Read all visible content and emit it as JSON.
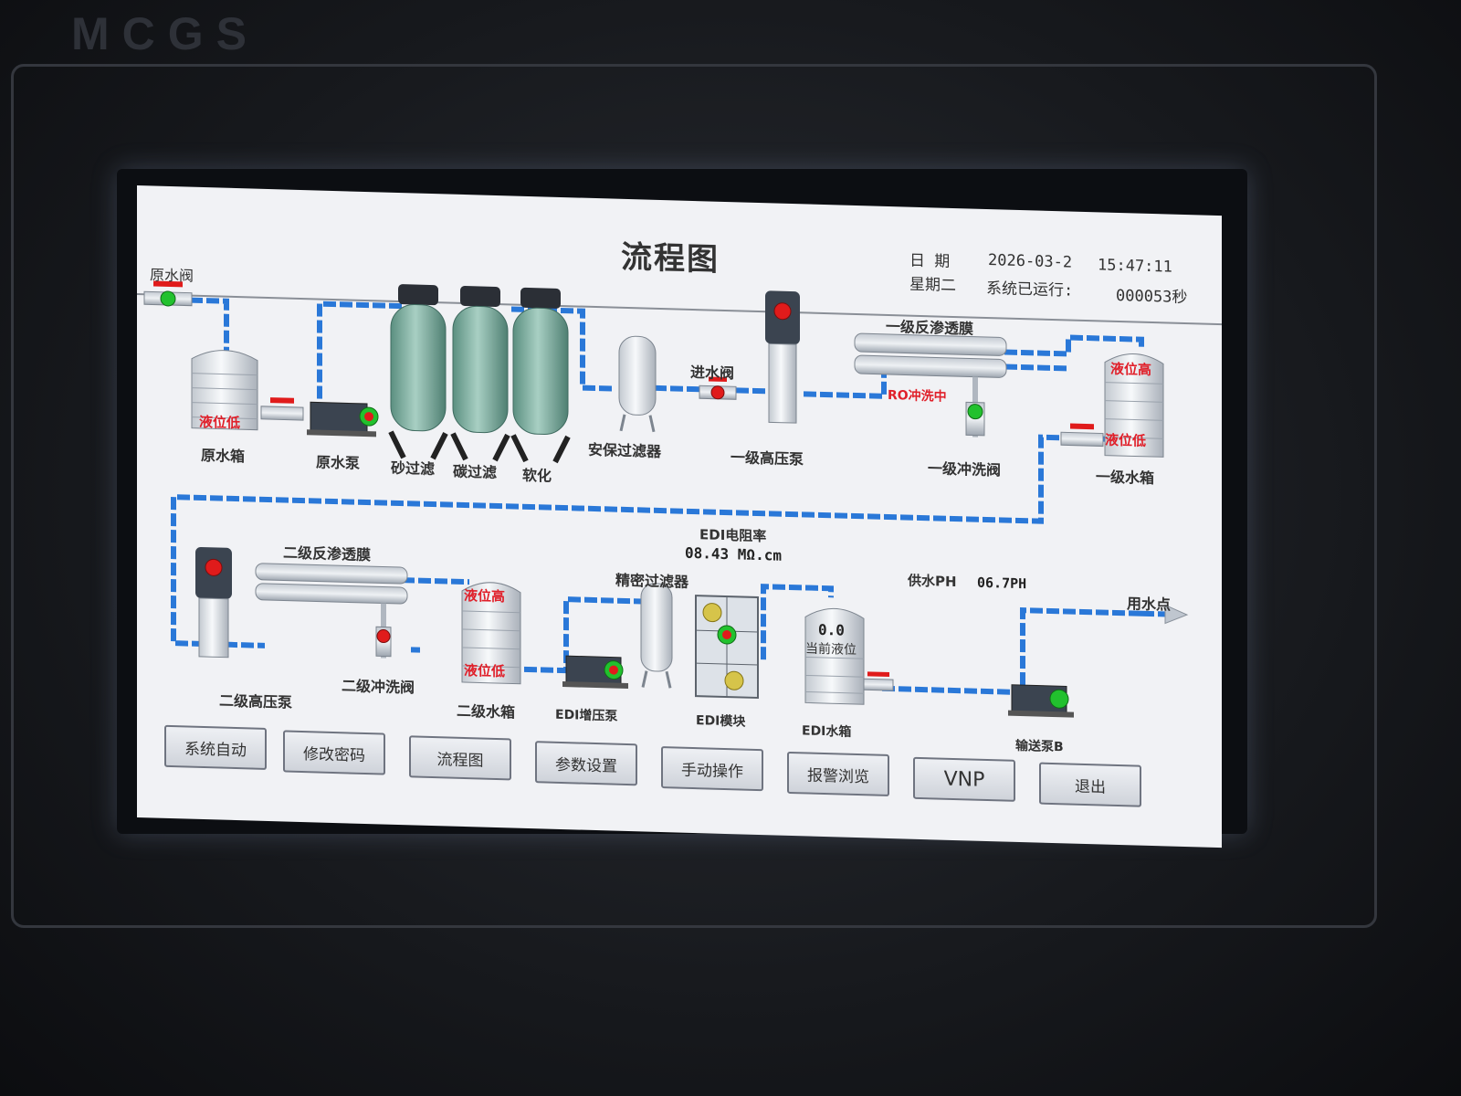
{
  "bezel": {
    "brand": "MCGS"
  },
  "header": {
    "title": "流程图",
    "date_label": "日 期",
    "date_value": "2026-03-2",
    "time_value": "15:47:11",
    "weekday": "星期二",
    "runtime_label": "系统已运行:",
    "runtime_value": "000053秒"
  },
  "stage1": {
    "raw_valve": "原水阀",
    "raw_tank": "原水箱",
    "raw_tank_level": "液位低",
    "raw_pump": "原水泵",
    "sand_filter": "砂过滤",
    "carbon_filter": "碳过滤",
    "softener": "软化",
    "security_filter": "安保过滤器",
    "inlet_valve": "进水阀",
    "hp_pump_1": "一级高压泵",
    "ro_membrane_1": "一级反渗透膜",
    "ro_flushing": "RO冲洗中",
    "flush_valve_1": "一级冲洗阀",
    "tank_1": "一级水箱",
    "tank_1_level_high": "液位高",
    "tank_1_level_low": "液位低"
  },
  "stage2": {
    "hp_pump_2": "二级高压泵",
    "ro_membrane_2": "二级反渗透膜",
    "flush_valve_2": "二级冲洗阀",
    "tank_2": "二级水箱",
    "tank_2_level_high": "液位高",
    "tank_2_level_low": "液位低",
    "precision_filter": "精密过滤器",
    "edi_booster_pump": "EDI增压泵",
    "edi_module": "EDI模块",
    "edi_resistivity_label": "EDI电阻率",
    "edi_resistivity_value": "08.43 MΩ.cm",
    "edi_tank": "EDI水箱",
    "edi_tank_value": "0.0",
    "edi_tank_level_label": "当前液位",
    "supply_ph_label": "供水PH",
    "supply_ph_value": "06.7PH",
    "delivery_pump": "输送泵B",
    "use_point": "用水点"
  },
  "nav": [
    {
      "id": "auto",
      "label": "系统自动"
    },
    {
      "id": "password",
      "label": "修改密码"
    },
    {
      "id": "flow",
      "label": "流程图"
    },
    {
      "id": "params",
      "label": "参数设置"
    },
    {
      "id": "manual",
      "label": "手动操作"
    },
    {
      "id": "alarm",
      "label": "报警浏览"
    },
    {
      "id": "vnp",
      "label": "VNP"
    },
    {
      "id": "exit",
      "label": "退出"
    }
  ],
  "colors": {
    "pipe": "#2a78d8",
    "indicator_green": "#22c12e",
    "indicator_red": "#e01b1b",
    "filter_tank": "#6fa597",
    "alarm_text": "#e0202a"
  }
}
